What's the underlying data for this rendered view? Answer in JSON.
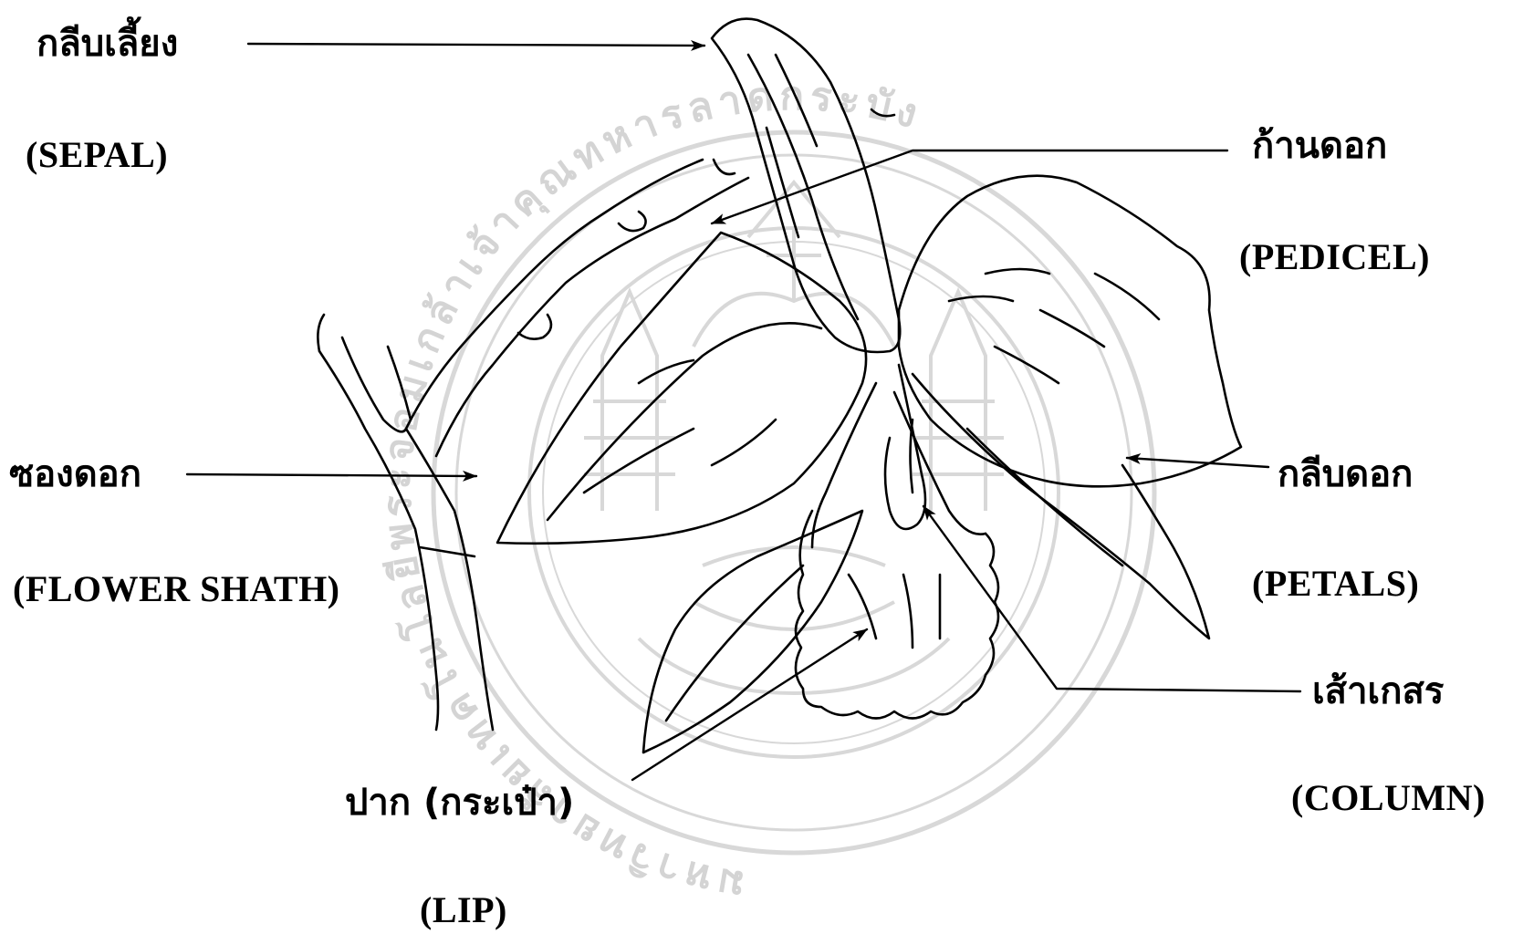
{
  "labels": {
    "sepal_th": "กลีบเลี้ยง",
    "sepal_en": "(SEPAL)",
    "pedicel_th": "ก้านดอก",
    "pedicel_en": "(PEDICEL)",
    "sheath_th": "ซองดอก",
    "sheath_en": "(FLOWER SHATH)",
    "petals_th": "กลีบดอก",
    "petals_en": "(PETALS)",
    "column_th": "เส้าเกสร",
    "column_en": "(COLUMN)",
    "lip_th": "ปาก (กระเป๋า)",
    "lip_en": "(LIP)"
  },
  "watermark": {
    "ring_text": "มหาวิทยาลัยเทคโนโลยีพระจอมเกล้าเจ้าคุณทหารลาดกระบัง",
    "color": "#d6d6d6"
  },
  "colors": {
    "ink": "#000000",
    "background": "#ffffff"
  }
}
